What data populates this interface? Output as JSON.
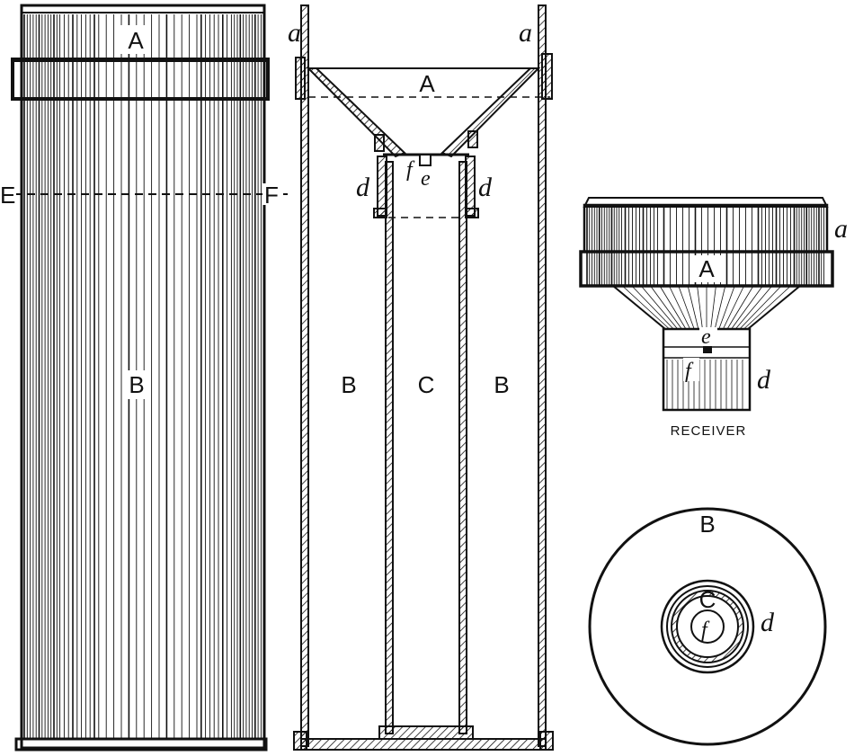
{
  "labels": {
    "fig1": {
      "A": "A",
      "E": "E",
      "F": "F",
      "B": "B"
    },
    "fig2": {
      "a_left": "a",
      "a_right": "a",
      "A": "A",
      "d_left": "d",
      "d_right": "d",
      "f": "f",
      "e": "e",
      "B_left": "B",
      "C": "C",
      "B_right": "B"
    },
    "fig3": {
      "a": "a",
      "A": "A",
      "e": "e",
      "f": "f",
      "d": "d",
      "caption": "RECEIVER"
    },
    "fig4": {
      "B": "B",
      "C": "C",
      "f": "f",
      "d": "d"
    }
  },
  "colors": {
    "ink": "#111111",
    "paper": "#ffffff"
  }
}
